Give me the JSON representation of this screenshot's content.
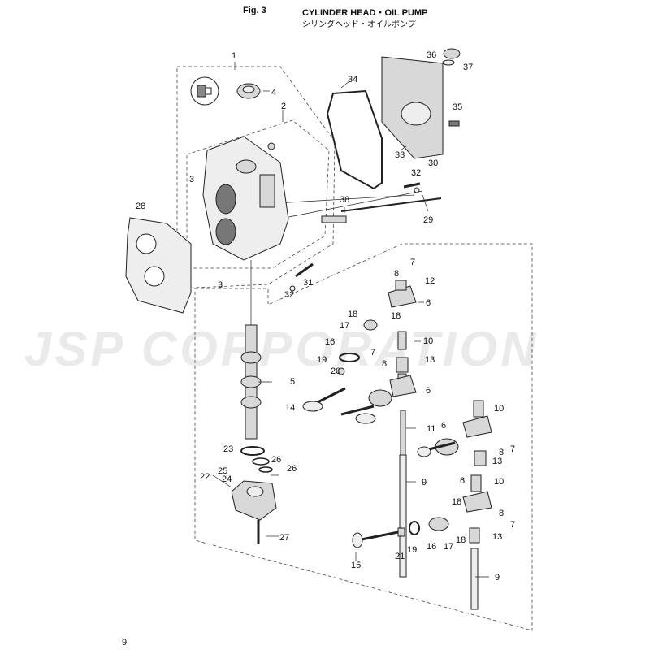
{
  "header": {
    "fig_label": "Fig. 3",
    "title": "CYLINDER HEAD・OIL PUMP",
    "title_jp": "シリンダヘッド・オイルポンプ"
  },
  "watermark": "JSP CORPORATION",
  "page_number": "9",
  "callouts": {
    "c1": "1",
    "c2": "2",
    "c3a": "3",
    "c3b": "3",
    "c4": "4",
    "c5": "5",
    "c6a": "6",
    "c6b": "6",
    "c6c": "6",
    "c6d": "6",
    "c7a": "7",
    "c7b": "7",
    "c7c": "7",
    "c7d": "7",
    "c8a": "8",
    "c8b": "8",
    "c8c": "8",
    "c8d": "8",
    "c9a": "9",
    "c9b": "9",
    "c10a": "10",
    "c10b": "10",
    "c10c": "10",
    "c11": "11",
    "c12": "12",
    "c13a": "13",
    "c13b": "13",
    "c13c": "13",
    "c14": "14",
    "c15": "15",
    "c16a": "16",
    "c16b": "16",
    "c17a": "17",
    "c17b": "17",
    "c18a": "18",
    "c18b": "18",
    "c18c": "18",
    "c18d": "18",
    "c19a": "19",
    "c19b": "19",
    "c20": "20",
    "c21": "21",
    "c22": "22",
    "c23": "23",
    "c24": "24",
    "c25": "25",
    "c26a": "26",
    "c26b": "26",
    "c27": "27",
    "c28": "28",
    "c29": "29",
    "c30": "30",
    "c31": "31",
    "c32a": "32",
    "c32b": "32",
    "c33": "33",
    "c34": "34",
    "c35": "35",
    "c36": "36",
    "c37": "37",
    "c38": "38"
  }
}
